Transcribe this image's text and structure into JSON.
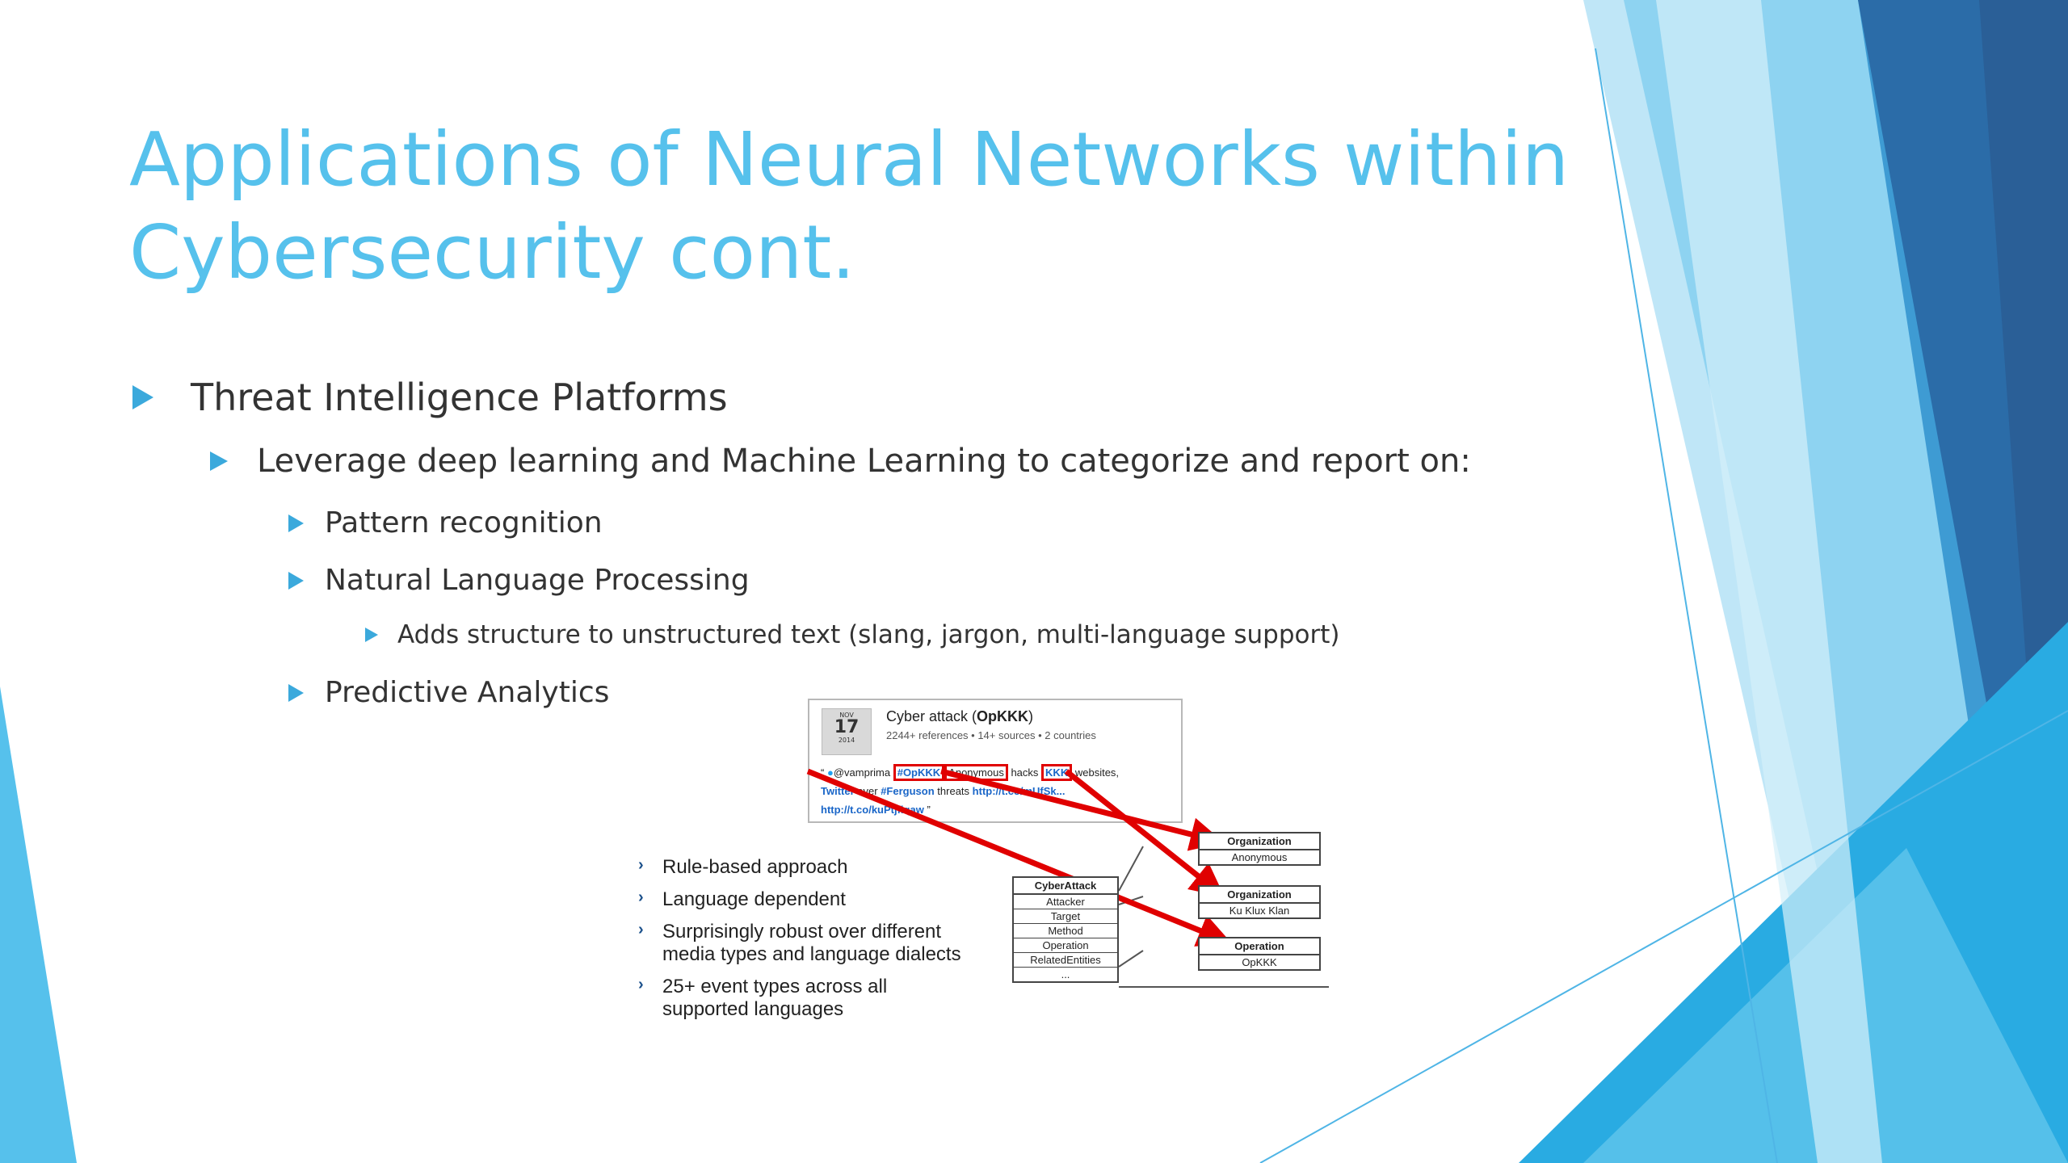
{
  "slide": {
    "title_lines": [
      "Applications of Neural Networks within",
      "Cybersecurity cont."
    ],
    "bullets": {
      "level1": "Threat Intelligence Platforms",
      "level2": "Leverage deep learning and Machine Learning to categorize and report on:",
      "level3_a": "Pattern recognition",
      "level3_b": "Natural Language Processing",
      "level4": "Adds structure to unstructured text (slang, jargon, multi-language support)",
      "level3_c": "Predictive Analytics"
    }
  },
  "figure": {
    "tweet": {
      "cal_month": "NOV",
      "cal_day": "17",
      "cal_year": "2014",
      "title_prefix": "Cyber attack (",
      "title_bold": "OpKKK",
      "title_suffix": ")",
      "subtitle": "2244+ references • 14+ sources • 2 countries",
      "open_quote": "“",
      "handle": "@vamprima",
      "tag1": "#OpKKK",
      "tag2": "Anonymous",
      "mid": "hacks",
      "tag3": "KKK",
      "after": "websites,",
      "line2a": "Twitter",
      "line2b": "over",
      "line2c": "#Ferguson",
      "line2d": "threats",
      "line2e": "http://t.co/mUfSk...",
      "line3": "http://t.co/kuPtjfiqaw",
      "close_quote": "”"
    },
    "list": [
      "Rule-based approach",
      "Language dependent",
      "Surprisingly robust over different media types and language dialects",
      "25+ event types across all supported languages"
    ],
    "list_chevron": "›",
    "cyber_box": {
      "header": "CyberAttack",
      "rows": [
        "Attacker",
        "Target",
        "Method",
        "Operation",
        "RelatedEntities",
        "..."
      ]
    },
    "org1": {
      "header": "Organization",
      "value": "Anonymous"
    },
    "org2": {
      "header": "Organization",
      "value": "Ku Klux Klan"
    },
    "op": {
      "header": "Operation",
      "value": "OpKKK"
    }
  },
  "colors": {
    "title": "#56C1EC",
    "bullet_arrow": "#3BA9DC",
    "body_text": "#333333",
    "highlight": "#e00000"
  }
}
